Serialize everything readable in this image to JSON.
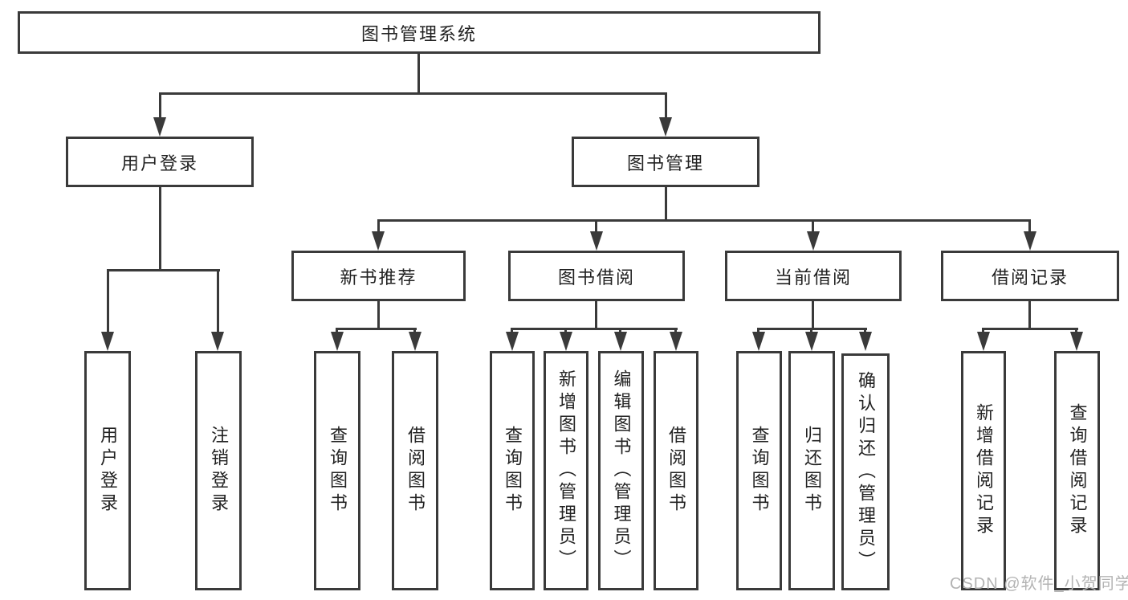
{
  "colors": {
    "line": "#3a3a3a",
    "text": "#222222",
    "watermark": "#b3b3b3",
    "bg": "#ffffff"
  },
  "watermark": "CSDN @软件_小贺同学",
  "tree": {
    "root": {
      "label": "图书管理系统"
    },
    "user_login": {
      "label": "用户登录",
      "children": [
        {
          "label": "用户登录"
        },
        {
          "label": "注销登录"
        }
      ]
    },
    "book_mgmt": {
      "label": "图书管理",
      "children": [
        {
          "label": "新书推荐",
          "children": [
            {
              "label": "查询图书"
            },
            {
              "label": "借阅图书"
            }
          ]
        },
        {
          "label": "图书借阅",
          "children": [
            {
              "label": "查询图书"
            },
            {
              "label": "新增图书（管理员）"
            },
            {
              "label": "编辑图书（管理员）"
            },
            {
              "label": "借阅图书"
            }
          ]
        },
        {
          "label": "当前借阅",
          "children": [
            {
              "label": "查询图书"
            },
            {
              "label": "归还图书"
            },
            {
              "label": "确认归还（管理员）"
            }
          ]
        },
        {
          "label": "借阅记录",
          "children": [
            {
              "label": "新增借阅记录"
            },
            {
              "label": "查询借阅记录"
            }
          ]
        }
      ]
    }
  }
}
